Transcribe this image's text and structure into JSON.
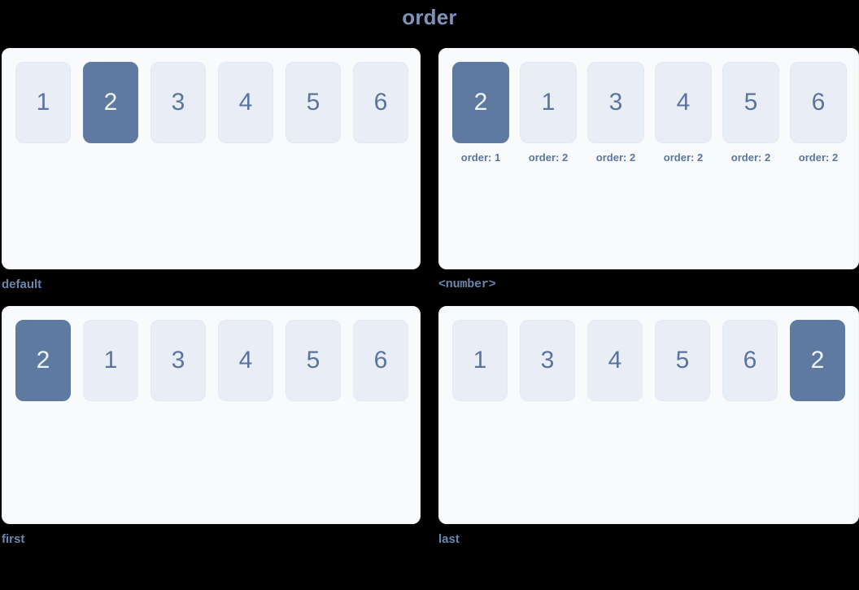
{
  "title": "order",
  "colors": {
    "background": "#000000",
    "title_text": "#7d94b8",
    "panel_background": "#f9fafc",
    "box_background": "#e9edf6",
    "box_text": "#5b749c",
    "accent_background": "#5f7aa0",
    "accent_text": "#f2f5f9",
    "caption_text": "#6b86ad"
  },
  "panels": [
    {
      "id": "default",
      "caption": "default",
      "caption_style": "plain",
      "items": [
        {
          "label": "1",
          "accent": false,
          "order_label": null
        },
        {
          "label": "2",
          "accent": true,
          "order_label": null
        },
        {
          "label": "3",
          "accent": false,
          "order_label": null
        },
        {
          "label": "4",
          "accent": false,
          "order_label": null
        },
        {
          "label": "5",
          "accent": false,
          "order_label": null
        },
        {
          "label": "6",
          "accent": false,
          "order_label": null
        }
      ]
    },
    {
      "id": "number",
      "caption": "<number>",
      "caption_style": "mono",
      "items": [
        {
          "label": "2",
          "accent": true,
          "order_label": "order: 1"
        },
        {
          "label": "1",
          "accent": false,
          "order_label": "order: 2"
        },
        {
          "label": "3",
          "accent": false,
          "order_label": "order: 2"
        },
        {
          "label": "4",
          "accent": false,
          "order_label": "order: 2"
        },
        {
          "label": "5",
          "accent": false,
          "order_label": "order: 2"
        },
        {
          "label": "6",
          "accent": false,
          "order_label": "order: 2"
        }
      ]
    },
    {
      "id": "first",
      "caption": "first",
      "caption_style": "plain",
      "items": [
        {
          "label": "2",
          "accent": true,
          "order_label": null
        },
        {
          "label": "1",
          "accent": false,
          "order_label": null
        },
        {
          "label": "3",
          "accent": false,
          "order_label": null
        },
        {
          "label": "4",
          "accent": false,
          "order_label": null
        },
        {
          "label": "5",
          "accent": false,
          "order_label": null
        },
        {
          "label": "6",
          "accent": false,
          "order_label": null
        }
      ]
    },
    {
      "id": "last",
      "caption": "last",
      "caption_style": "plain",
      "items": [
        {
          "label": "1",
          "accent": false,
          "order_label": null
        },
        {
          "label": "3",
          "accent": false,
          "order_label": null
        },
        {
          "label": "4",
          "accent": false,
          "order_label": null
        },
        {
          "label": "5",
          "accent": false,
          "order_label": null
        },
        {
          "label": "6",
          "accent": false,
          "order_label": null
        },
        {
          "label": "2",
          "accent": true,
          "order_label": null
        }
      ]
    }
  ]
}
